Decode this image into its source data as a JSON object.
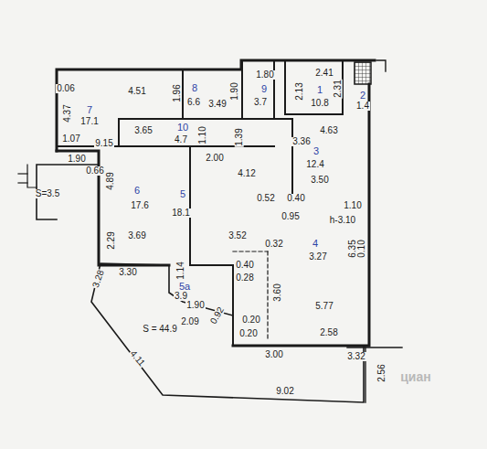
{
  "diagram": {
    "labels": [
      "0.06",
      "4.51",
      "1.96",
      "8",
      "6.6",
      "3.49",
      "1.90",
      "1.80",
      "9",
      "3.7",
      "2.41",
      "2.13",
      "1",
      "10.8",
      "2.31",
      "2",
      "1.4",
      "4.37",
      "7",
      "17.1",
      "3.65",
      "10",
      "4.7",
      "1.10",
      "4.63",
      "1.39",
      "3.36",
      "1.07",
      "9.15",
      "2.00",
      "4.12",
      "3",
      "12.4",
      "3.50",
      "1.90",
      "0.66",
      "4.89",
      "S=3.5",
      "1.10",
      "6",
      "17.6",
      "5",
      "18.1",
      "0.52",
      "0.40",
      "0.95",
      "h-3.10",
      "3.69",
      "3.52",
      "0.32",
      "2.29",
      "4",
      "3.27",
      "6.35",
      "0.10",
      "3.30",
      "1.14",
      "3.28",
      "5a",
      "3.9",
      "0.40",
      "0.28",
      "3.60",
      "1.90",
      "2.09",
      "0.92",
      "5.77",
      "0.20",
      "2.58",
      "0.20",
      "S = 44.9",
      "4.11",
      "3.00",
      "3.32",
      "2.56",
      "9.02",
      "циан"
    ]
  }
}
